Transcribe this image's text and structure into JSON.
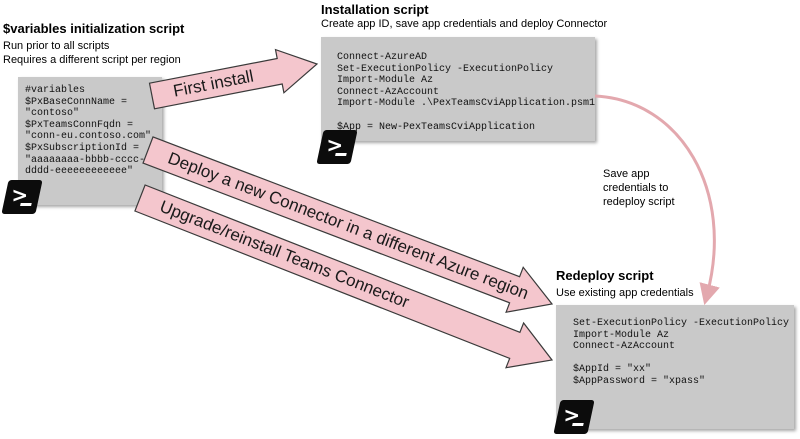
{
  "variables_script": {
    "title": "$variables initialization script",
    "lines": [
      "Run prior to all scripts",
      "Requires a different script per region"
    ],
    "code": "#variables\n$PxBaseConnName =\n\"contoso\"\n$PxTeamsConnFqdn =\n\"conn-eu.contoso.com\"\n$PxSubscriptionId =\n\"aaaaaaaa-bbbb-cccc-\ndddd-eeeeeeeeeeee\""
  },
  "installation_script": {
    "title": "Installation script",
    "subtitle": "Create app ID, save app credentials and deploy Connector",
    "code": "Connect-AzureAD\nSet-ExecutionPolicy -ExecutionPolicy\nImport-Module Az\nConnect-AzAccount\nImport-Module .\\PexTeamsCviApplication.psm1\n\n$App = New-PexTeamsCviApplication"
  },
  "redeploy_script": {
    "title": "Redeploy script",
    "subtitle": "Use existing app credentials",
    "code": "Set-ExecutionPolicy -ExecutionPolicy\nImport-Module Az\nConnect-AzAccount\n\n$AppId = \"xx\"\n$AppPassword = \"xpass\""
  },
  "arrows": {
    "first_install": "First install",
    "deploy_new": "Deploy a new Connector in a different Azure region",
    "upgrade": "Upgrade/reinstall Teams Connector"
  },
  "save_note": [
    "Save app",
    "credentials to",
    "redeploy script"
  ],
  "powershell_icon": "powershell-icon",
  "colors": {
    "arrow_fill": "#f4c6cd",
    "arrow_stroke": "#3a3a3a",
    "curve": "#e3a8ae",
    "box": "#c9c9c9",
    "icon": "#0c0c0c"
  }
}
